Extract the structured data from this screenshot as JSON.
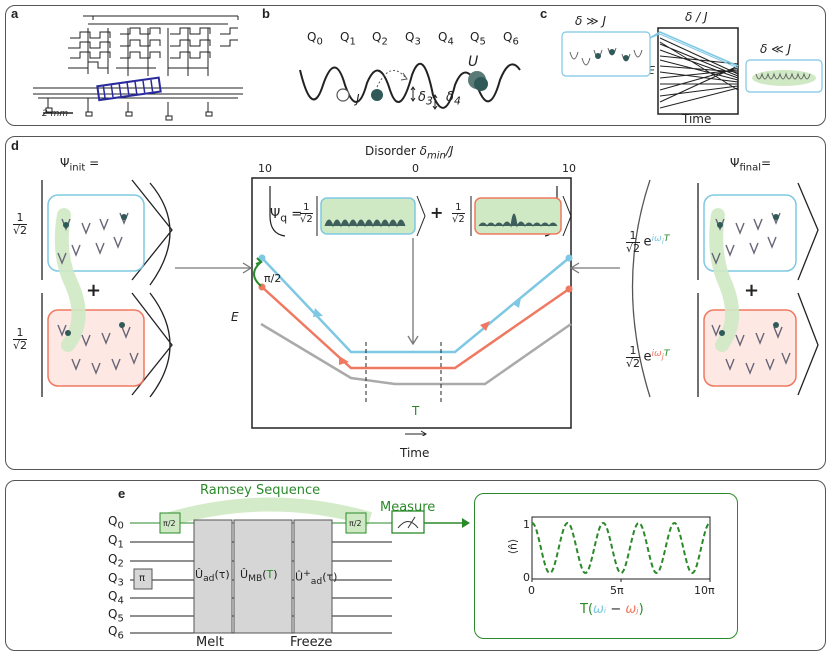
{
  "panels": {
    "a": "a",
    "b": "b",
    "c": "c",
    "d": "d",
    "e": "e"
  },
  "panel_a": {
    "scale_bar": "2 mm"
  },
  "panel_b": {
    "qubits": [
      "Q",
      "Q",
      "Q",
      "Q",
      "Q",
      "Q",
      "Q"
    ],
    "subs": [
      "0",
      "1",
      "2",
      "3",
      "4",
      "5",
      "6"
    ],
    "J": "J",
    "U": "U",
    "delta3": "δ",
    "delta3_sub": "3",
    "delta4": "δ",
    "delta4_sub": "4"
  },
  "panel_c": {
    "left_label": "δ ≫ J",
    "top_label": "δ / J",
    "right_label": "δ ≪ J",
    "y_axis": "E",
    "x_axis": "Time"
  },
  "panel_d": {
    "psi_init": "Ψ",
    "psi_init_sub": "init",
    "psi_init_eq": "=",
    "psi_final": "Ψ",
    "psi_final_sub": "final",
    "psi_final_eq": "=",
    "half_num": "1",
    "half_den": "√2",
    "plus": "+",
    "disorder_label": "Disorder",
    "disorder_symbol": "δ",
    "disorder_sub": "min",
    "disorder_over": "/J",
    "tick_left": "10",
    "tick_mid": "0",
    "tick_right": "10",
    "psi_q": "Ψ",
    "psi_q_sub": "q",
    "y_axis": "E",
    "pulse": "π/2",
    "hold": "T",
    "x_axis": "Time",
    "phase_i": "iω",
    "phase_i_sub": "i",
    "phase_j": "iω",
    "phase_j_sub": "j",
    "phase_T": "T",
    "exp": "e"
  },
  "panel_e": {
    "title": "Ramsey Sequence",
    "measure": "Measure",
    "qubits": [
      "Q",
      "Q",
      "Q",
      "Q",
      "Q",
      "Q",
      "Q"
    ],
    "subs": [
      "0",
      "1",
      "2",
      "3",
      "4",
      "5",
      "6"
    ],
    "gate_pi2": "π/2",
    "gate_pi": "π",
    "u_ad": "Û",
    "u_ad_sub": "ad",
    "u_ad_arg": "(τ)",
    "u_mb": "Û",
    "u_mb_sub": "MB",
    "u_mb_arg": "T",
    "melt": "Melt",
    "freeze": "Freeze",
    "plot_ylabel": "⟨n̂⟩",
    "plot_y_ticks": [
      "1",
      "0"
    ],
    "plot_x_ticks": [
      "0",
      "5π",
      "10π"
    ],
    "plot_xlabel_T": "T(",
    "plot_xlabel_wi": "ωᵢ",
    "plot_xlabel_minus": " − ",
    "plot_xlabel_wj": "ωⱼ",
    "plot_xlabel_close": ")"
  },
  "colors": {
    "blue": "#7ec8e3",
    "red": "#f07860",
    "green": "#2a8a2a",
    "lightgreen": "#cfe9c4",
    "gray": "#aaaaaa"
  },
  "chart_data": {
    "type": "line",
    "x_range": [
      0,
      31.4
    ],
    "y_range": [
      0,
      1
    ],
    "series": [
      {
        "values_desc": "cos^2 oscillation",
        "periods": 5
      }
    ]
  }
}
